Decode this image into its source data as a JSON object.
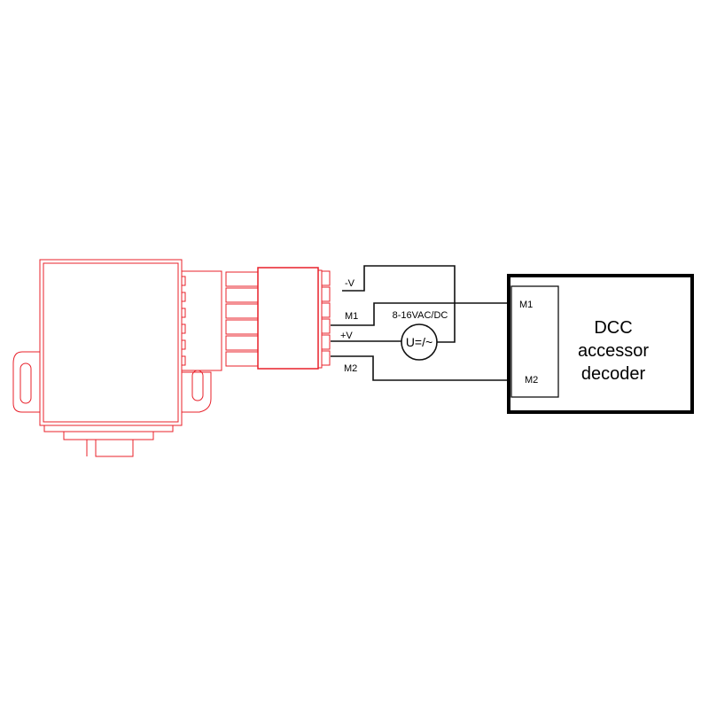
{
  "colors": {
    "device": "#e8202a",
    "wire": "#111111"
  },
  "wiring": {
    "labels": {
      "minus_v": "-V",
      "m1": "M1",
      "plus_v": "+V",
      "m2": "M2"
    },
    "supply": {
      "voltage": "8-16VAC/DC",
      "symbol": "U=/~"
    }
  },
  "decoder": {
    "title_lines": [
      "DCC",
      "accessor",
      "decoder"
    ],
    "pins": {
      "m1": "M1",
      "m2": "M2"
    }
  }
}
